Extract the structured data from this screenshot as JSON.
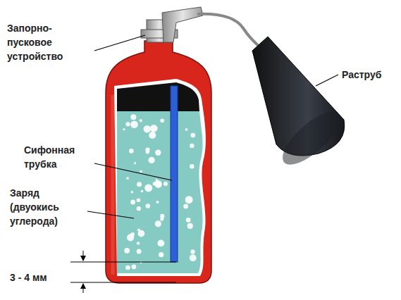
{
  "diagram": {
    "labels": [
      "Запорно- пусковое устройство",
      "Раструб",
      "Сифонная трубка",
      "Заряд (двуокись углерода)",
      "3 - 4 мм"
    ]
  }
}
